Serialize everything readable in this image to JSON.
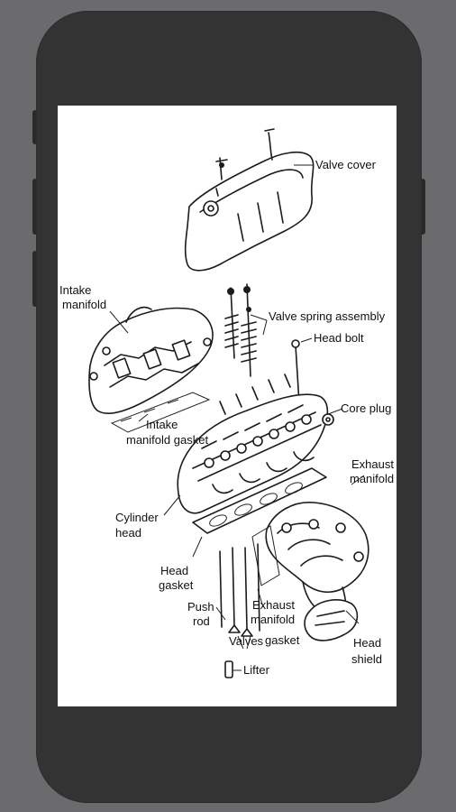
{
  "diagram": {
    "labels": {
      "valve_cover": "Valve cover",
      "intake_manifold": [
        "Intake",
        "manifold"
      ],
      "valve_spring_assembly": "Valve spring assembly",
      "head_bolt": "Head bolt",
      "core_plug": "Core plug",
      "intake_manifold_gasket": [
        "Intake",
        "manifold gasket"
      ],
      "exhaust_manifold": [
        "Exhaust",
        "manifold"
      ],
      "cylinder_head": [
        "Cylinder",
        "head"
      ],
      "head_gasket": [
        "Head",
        "gasket"
      ],
      "push_rod": [
        "Push",
        "rod"
      ],
      "exhaust_manifold_gasket": [
        "Exhaust",
        "manifold",
        "gasket"
      ],
      "valves": "Valves",
      "head_shield": [
        "Head",
        "shield"
      ],
      "lifter": "Lifter"
    }
  }
}
